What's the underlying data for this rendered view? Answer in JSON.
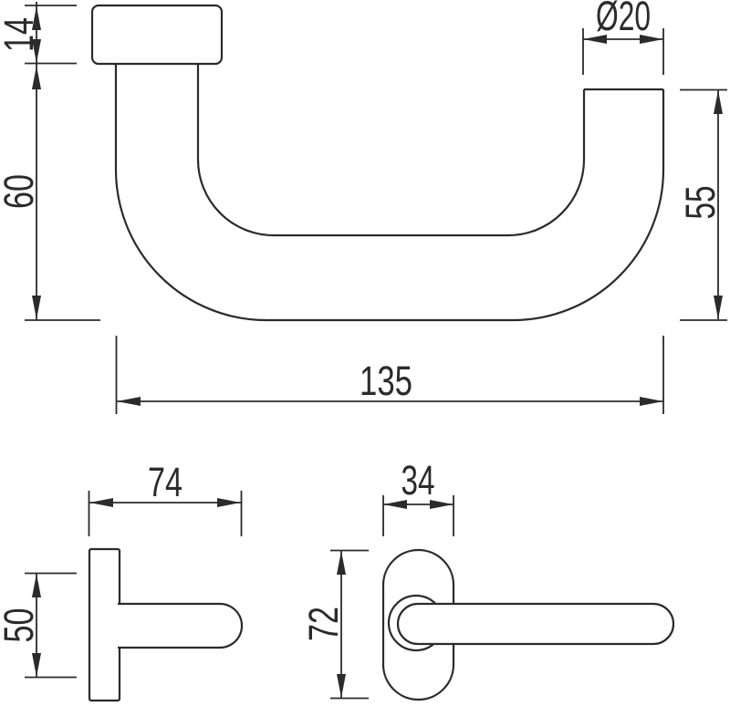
{
  "document": {
    "type": "technical-dimension-drawing",
    "subject": "door lever handle with oval rose, three orthographic views",
    "unit_system": "millimeters (implied, not shown)"
  },
  "colors": {
    "line": "#2b2b2b",
    "background": "#ffffff"
  },
  "views": {
    "top_view": {
      "description": "U-shaped lever handle seen from above with mounting neck block",
      "dimensions": {
        "neck_height": "14",
        "projection": "60",
        "tube_diameter": "Ø20",
        "end_height": "55",
        "overall_length": "135"
      }
    },
    "side_view": {
      "description": "handle seen from the side: rose plate edge with lever stub",
      "dimensions": {
        "overall_depth": "74",
        "lever_height": "50"
      }
    },
    "front_view": {
      "description": "oval rose with collar and lever arm seen from the front",
      "dimensions": {
        "rose_width": "34",
        "rose_height": "72"
      }
    }
  }
}
